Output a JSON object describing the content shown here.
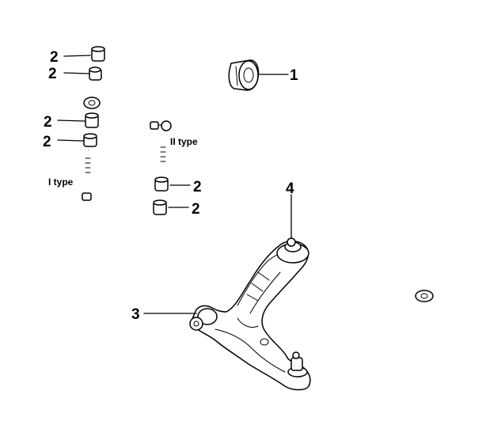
{
  "callouts": {
    "stabilizer_bar": "1",
    "bush_top_1": "2",
    "bush_top_2": "2",
    "bush_mid_1": "2",
    "bush_mid_2": "2",
    "bush_right_1": "2",
    "bush_right_2": "2",
    "control_arm": "3",
    "ball_joint": "4"
  },
  "labels": {
    "type_one": "I type",
    "type_two": "II type"
  }
}
